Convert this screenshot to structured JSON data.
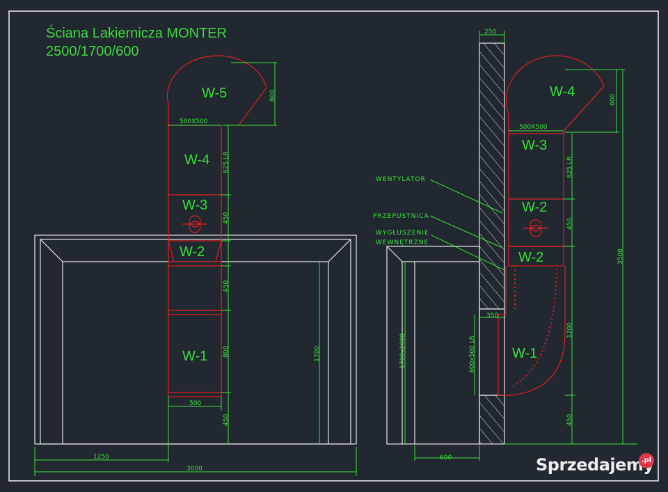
{
  "title": {
    "line1": "Ściana Lakiernicza MONTER",
    "line2": "2500/1700/600"
  },
  "front": {
    "elements": {
      "w5": "W-5",
      "w4": "W-4",
      "w3": "W-3",
      "w2": "W-2",
      "w1": "W-1"
    },
    "dims": {
      "duct": "500X500",
      "h600": "600",
      "h625": "625 LR",
      "h450a": "450",
      "h450b": "450",
      "h800": "800",
      "h450c": "450",
      "h1700": "1700",
      "w500": "500",
      "w1250": "1250",
      "w3000": "3000"
    }
  },
  "side": {
    "elements": {
      "w4": "W-4",
      "w3": "W-3",
      "w2a": "W-2",
      "w2b": "W-2",
      "w1": "W-1"
    },
    "dims": {
      "wall": "250",
      "duct": "500X500",
      "h600": "600",
      "h625": "625 LR",
      "h450": "450",
      "h3500": "3500",
      "h1200": "1200",
      "w350": "350",
      "h800x500": "800x500 LR",
      "h1700x2000": "1700x2000",
      "h450b": "450",
      "w600": "600"
    },
    "notes": {
      "fan": "WENTYLATOR",
      "damper": "PRZEPUSTNICA",
      "insul1": "WYGŁUSZENIE",
      "insul2": "WEWNĘTRZNE"
    }
  },
  "watermark": {
    "text": "Sprzedajemy",
    "tld": ".pl"
  },
  "colors": {
    "background": "#212830",
    "grid": "#ffffff",
    "lines": "#e6e6e6",
    "duct": "#e02020",
    "dims": "#3fe03f"
  }
}
